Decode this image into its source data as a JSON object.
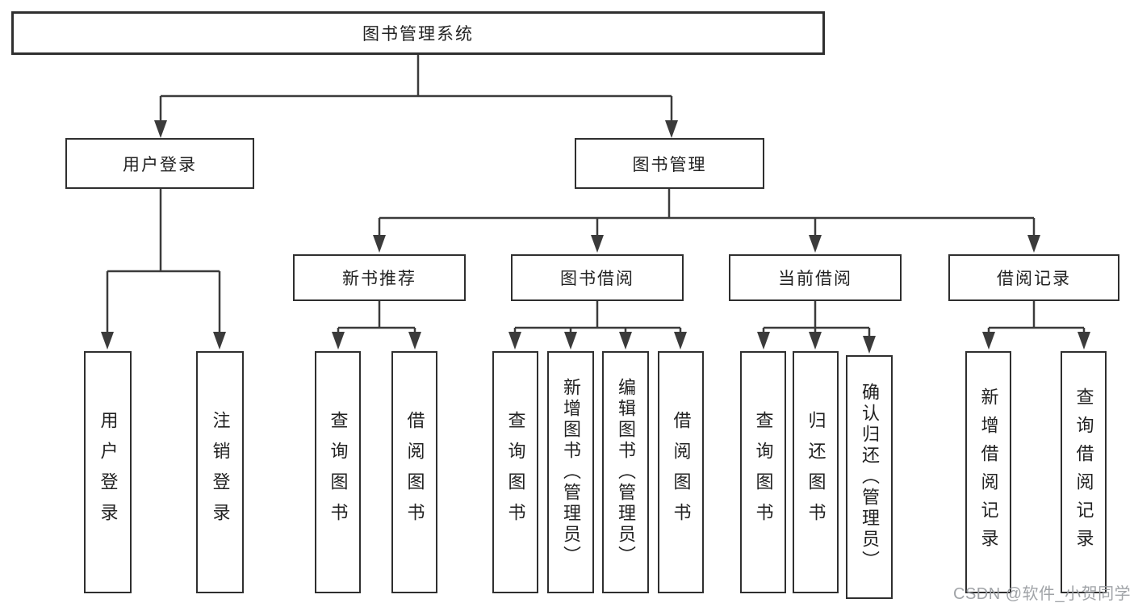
{
  "tree": {
    "label": "图书管理系统",
    "children": [
      {
        "label": "用户登录",
        "children": [
          {
            "label": "用户登录"
          },
          {
            "label": "注销登录"
          }
        ]
      },
      {
        "label": "图书管理",
        "children": [
          {
            "label": "新书推荐",
            "children": [
              {
                "label": "查询图书"
              },
              {
                "label": "借阅图书"
              }
            ]
          },
          {
            "label": "图书借阅",
            "children": [
              {
                "label": "查询图书"
              },
              {
                "label": "新增图书（管理员）"
              },
              {
                "label": "编辑图书（管理员）"
              },
              {
                "label": "借阅图书"
              }
            ]
          },
          {
            "label": "当前借阅",
            "children": [
              {
                "label": "查询图书"
              },
              {
                "label": "归还图书"
              },
              {
                "label": "确认归还（管理员）"
              }
            ]
          },
          {
            "label": "借阅记录",
            "children": [
              {
                "label": "新增借阅记录"
              },
              {
                "label": "查询借阅记录"
              }
            ]
          }
        ]
      }
    ]
  },
  "watermark": "CSDN @软件_小贺同学",
  "colors": {
    "box_border": "#2f2f2f",
    "connector_line": "#3b3b3b",
    "text": "#222222",
    "watermark": "#9b9fa3",
    "background": "#ffffff"
  }
}
